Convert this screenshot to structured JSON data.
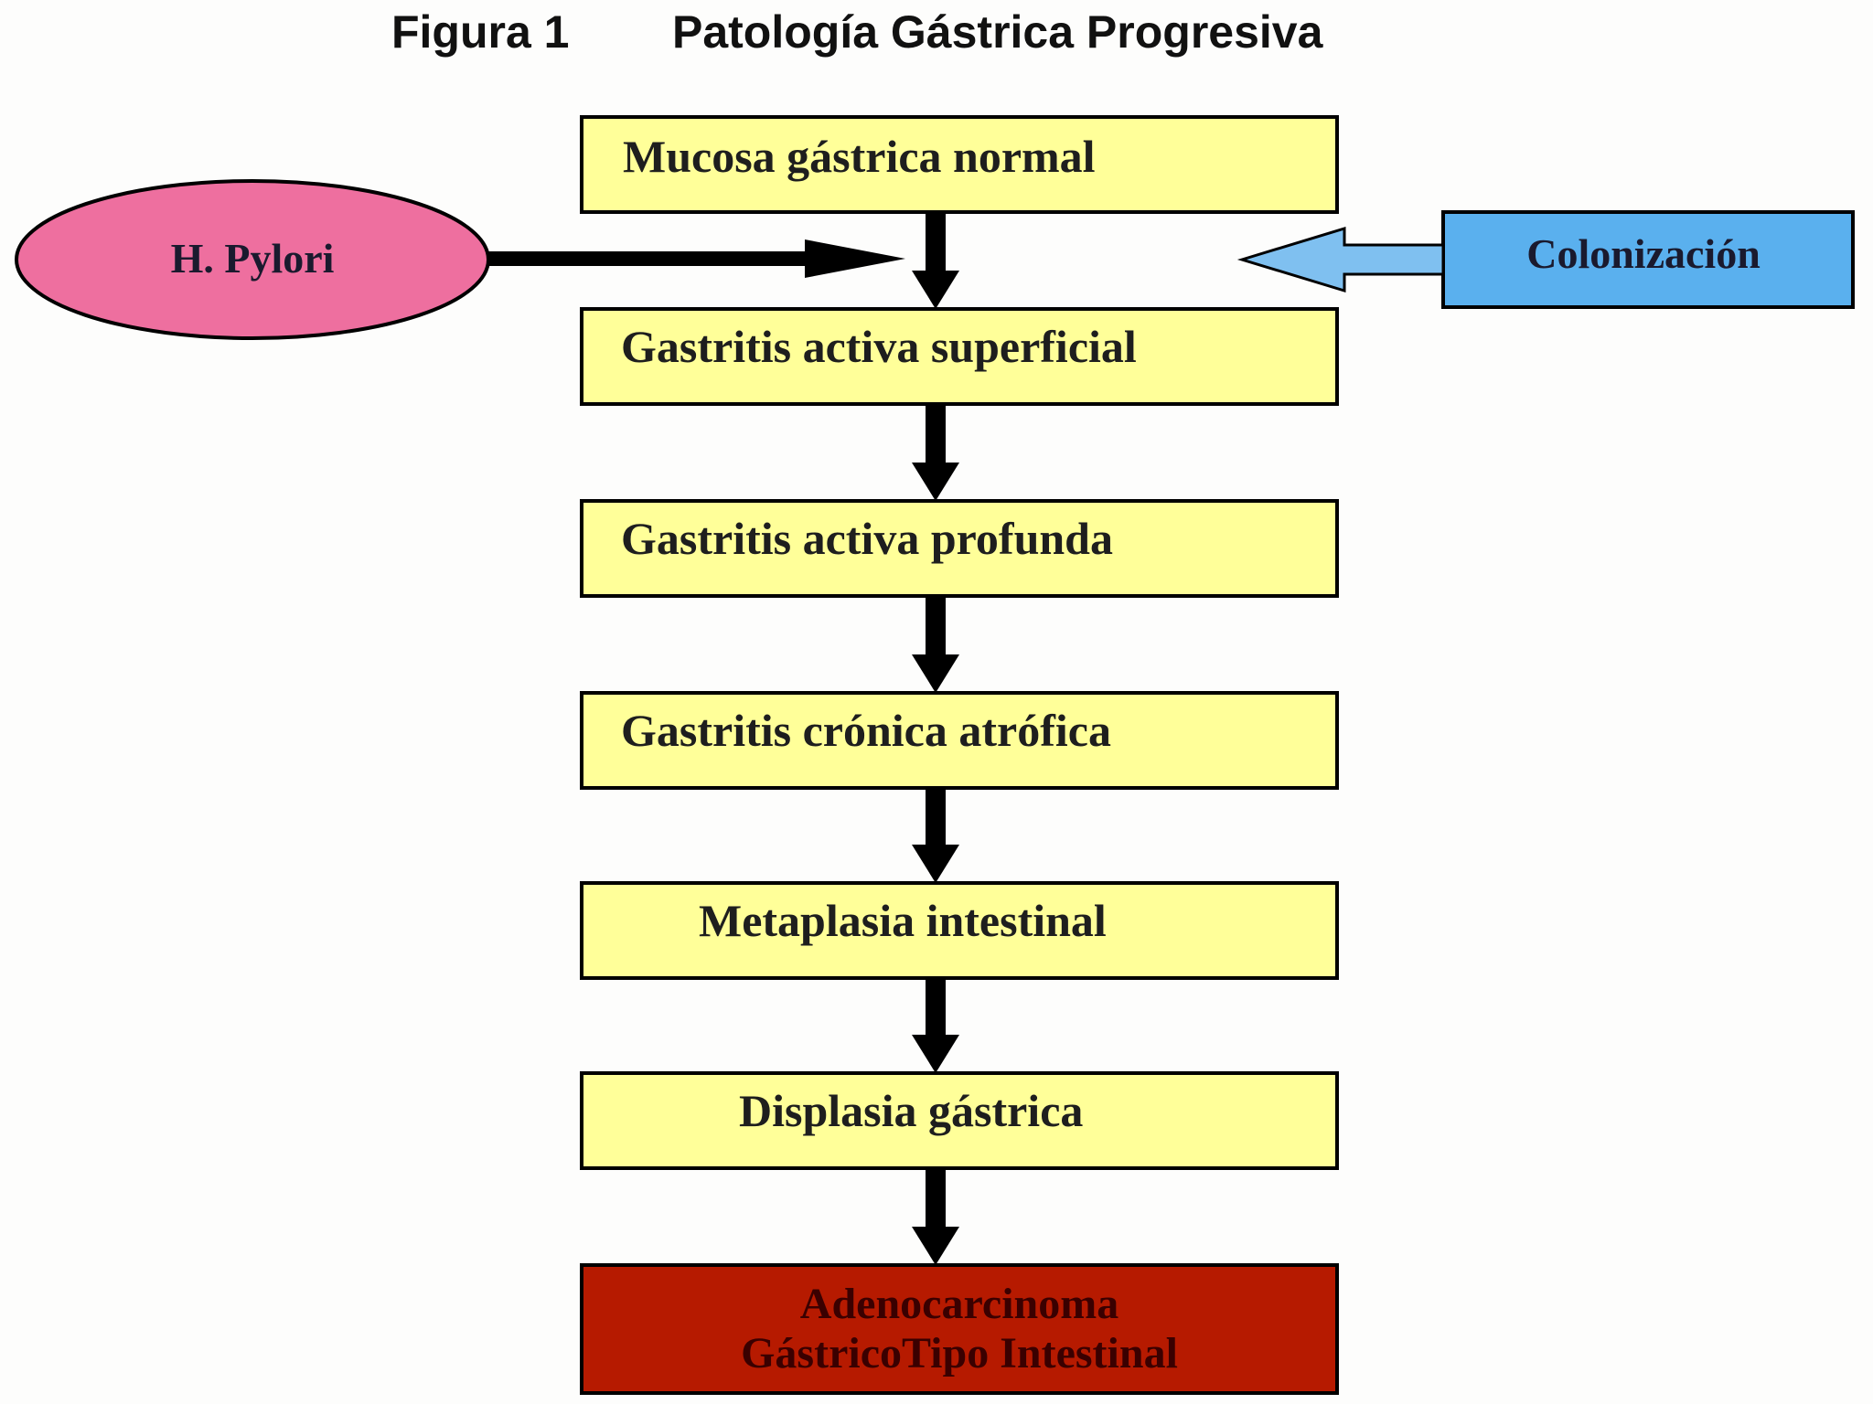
{
  "figure": {
    "label": "Figura 1",
    "title": "Patología Gástrica Progresiva"
  },
  "stages": [
    {
      "label": "Mucosa gástrica normal"
    },
    {
      "label": "Gastritis activa superficial"
    },
    {
      "label": "Gastritis activa profunda"
    },
    {
      "label": "Gastritis crónica atrófica"
    },
    {
      "label": "Metaplasia intestinal"
    },
    {
      "label": "Displasia gástrica"
    }
  ],
  "final_stage": {
    "line1": "Adenocarcinoma",
    "line2": "GástricoTipo Intestinal"
  },
  "agent": {
    "label": "H. Pylori"
  },
  "process": {
    "label": "Colonización"
  },
  "colors": {
    "stage_fill": "#ffff99",
    "final_fill": "#b61a00",
    "agent_fill": "#ee6f9f",
    "process_fill": "#5ab0ee",
    "arrow": "#000000"
  }
}
